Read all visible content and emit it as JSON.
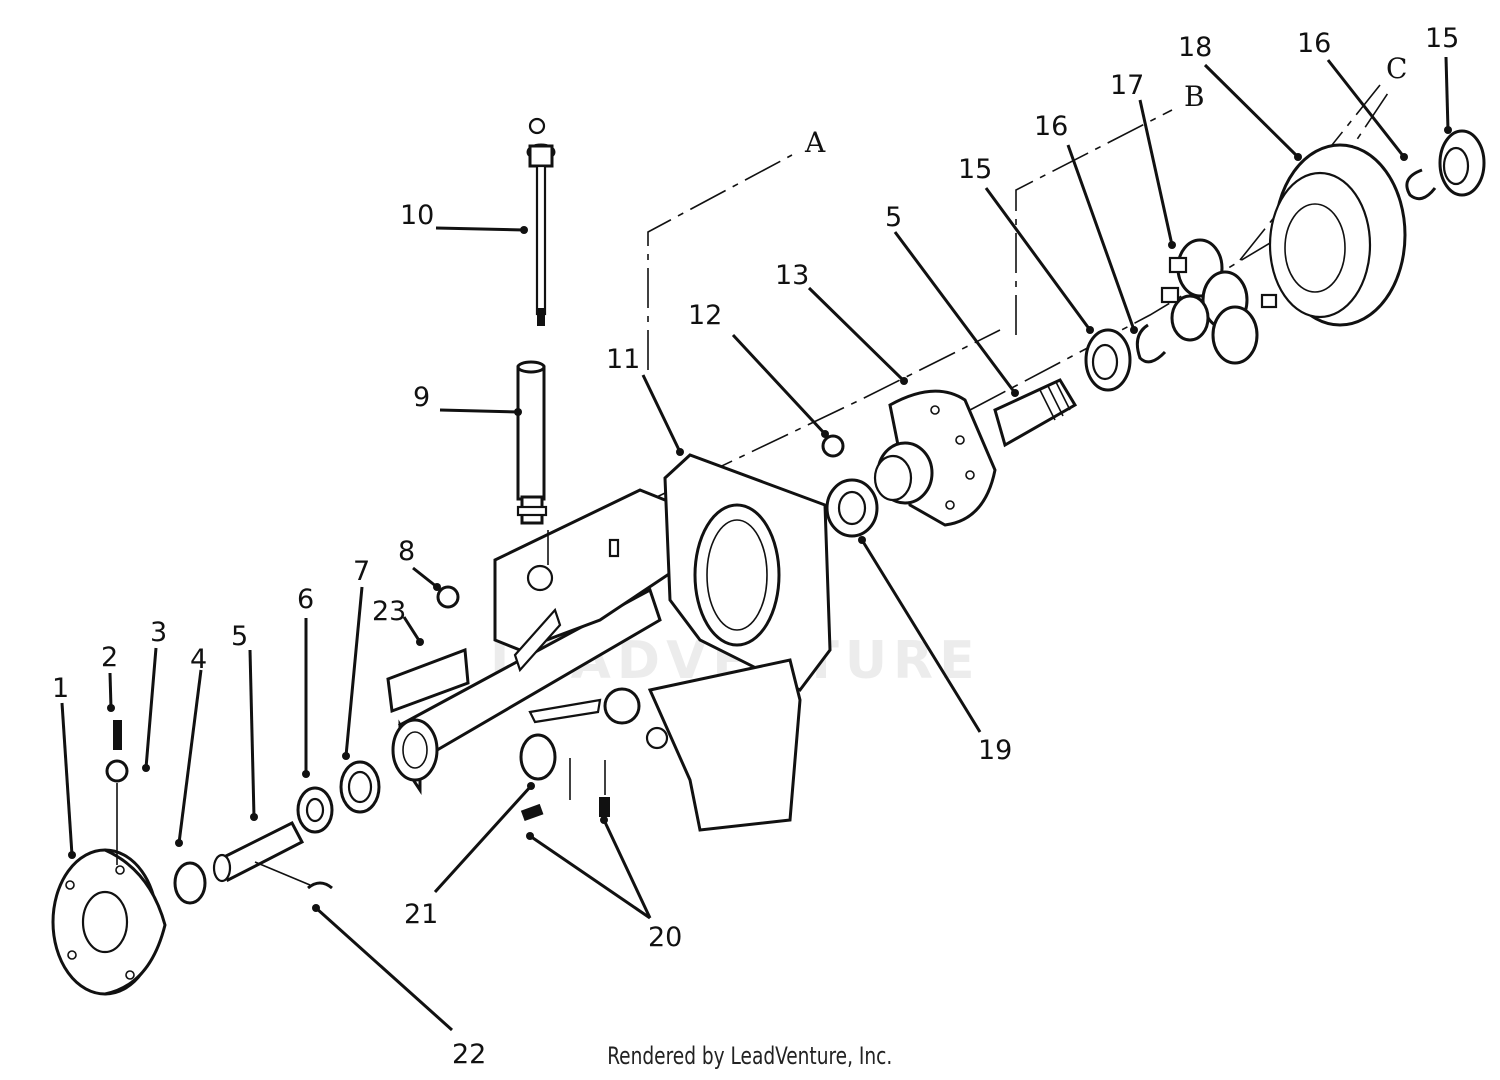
{
  "diagram": {
    "footer": "Rendered by LeadVenture, Inc.",
    "watermark": "LEADVENTURE",
    "reference_lines": [
      "A",
      "B",
      "C"
    ],
    "callouts": [
      "1",
      "2",
      "3",
      "4",
      "5",
      "6",
      "7",
      "8",
      "9",
      "10",
      "11",
      "12",
      "13",
      "5",
      "15",
      "16",
      "17",
      "18",
      "16",
      "15",
      "19",
      "20",
      "21",
      "22",
      "23"
    ]
  }
}
